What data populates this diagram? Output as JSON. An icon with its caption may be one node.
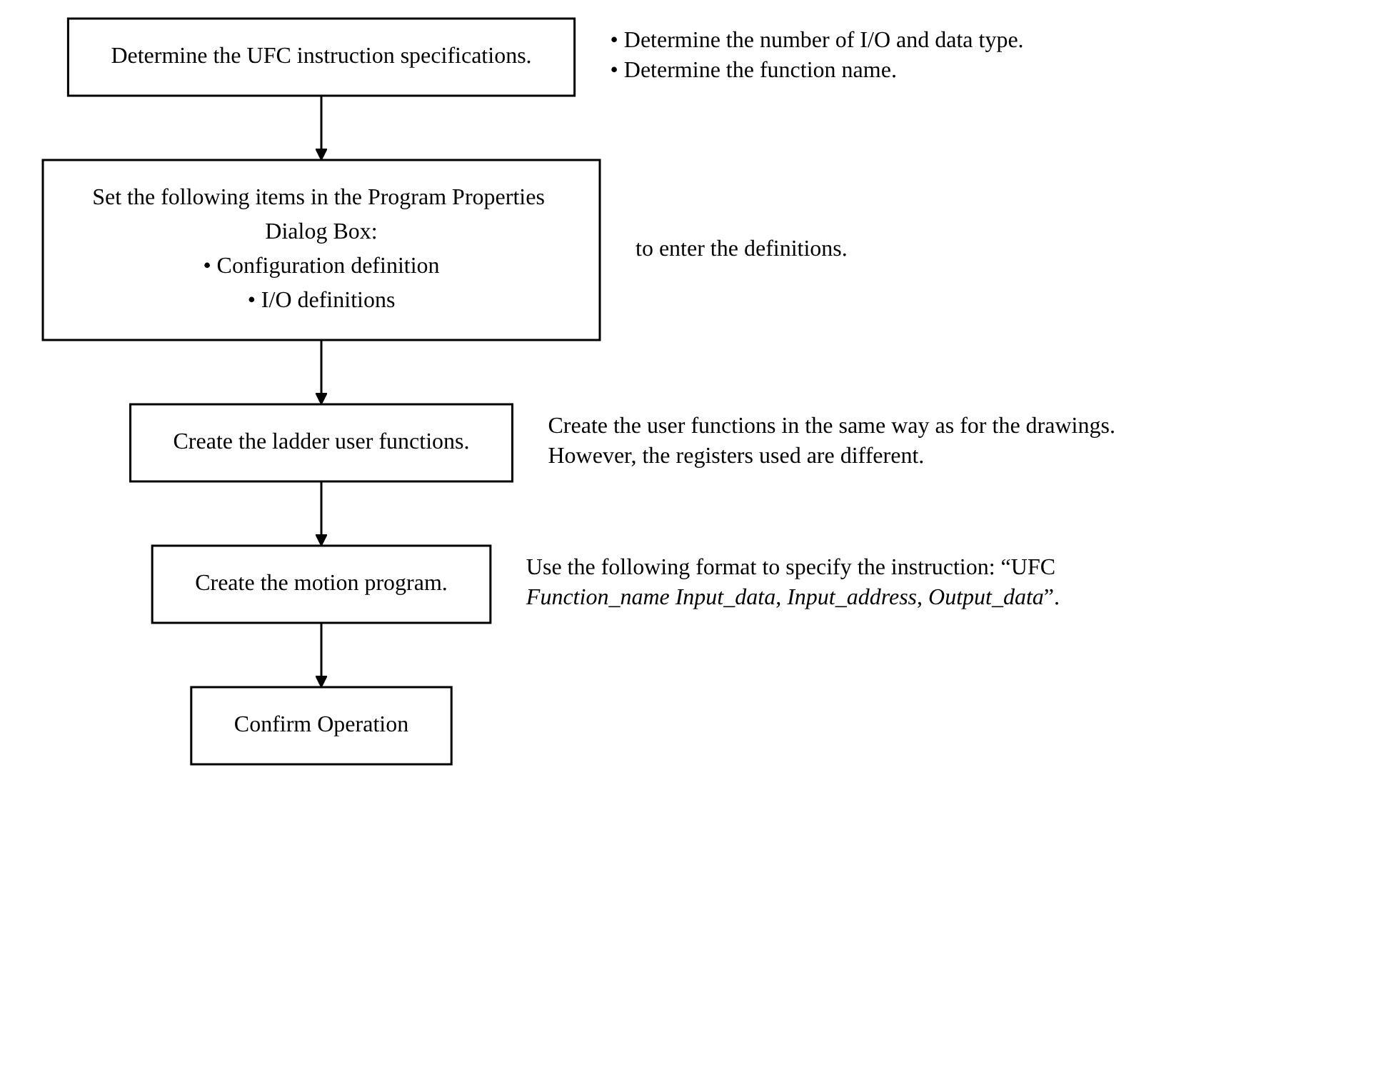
{
  "diagram": {
    "nodes": [
      {
        "text": [
          "Determine the UFC instruction specifications."
        ],
        "beside": [
          "• Determine the number of I/O and data type.",
          "• Determine the function name."
        ]
      },
      {
        "text": [
          "Set the following items in the Program Properties Dialog Box:",
          "• Configuration definition",
          "• I/O definitions"
        ],
        "beside": [
          "to enter the definitions."
        ]
      },
      {
        "text": [
          "Create the ladder user functions."
        ],
        "beside": [
          "Create the user functions in the same way as for the drawings.",
          "However, the registers used are different."
        ]
      },
      {
        "text": [
          "Create the motion program."
        ],
        "beside": [
          "Use the following format to specify the instruction: “UFC *Function_name Input_data*, *Input_address*, *Output_data*”."
        ]
      },
      {
        "text": [
          "Confirm Operation"
        ]
      }
    ],
    "edges": [
      {
        "from": 0,
        "to": 1,
        "arrow": "to"
      },
      {
        "from": 1,
        "to": 2,
        "arrow": "to"
      },
      {
        "from": 2,
        "to": 3,
        "arrow": "to"
      },
      {
        "from": 3,
        "to": 4,
        "arrow": "to"
      }
    ]
  }
}
